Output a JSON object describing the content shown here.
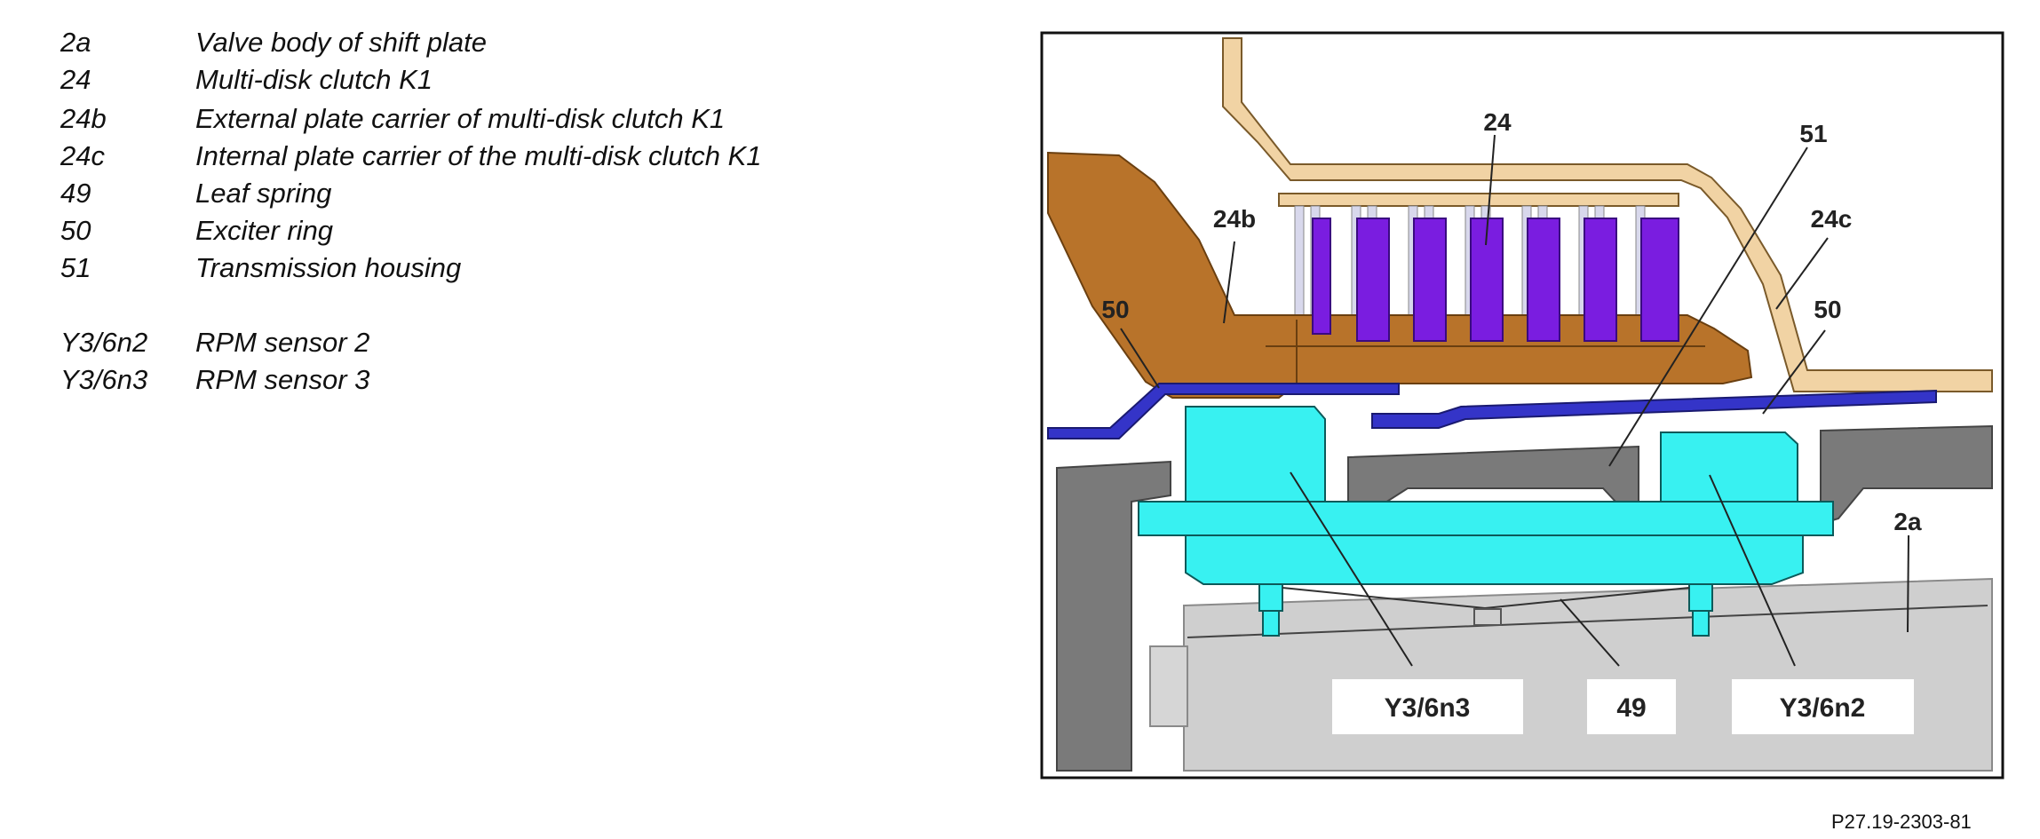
{
  "legend": {
    "items": [
      {
        "code": "2a",
        "desc": "Valve body of shift plate"
      },
      {
        "code": "24",
        "desc": "Multi-disk clutch K1"
      },
      {
        "code": "24b",
        "desc": "External plate carrier of multi-disk clutch K1"
      },
      {
        "code": "24c",
        "desc": "Internal plate carrier of the multi-disk clutch K1"
      },
      {
        "code": "49",
        "desc": "Leaf spring"
      },
      {
        "code": "50",
        "desc": "Exciter ring"
      },
      {
        "code": "51",
        "desc": "Transmission housing"
      },
      {
        "code": "Y3/6n2",
        "desc": "RPM sensor 2"
      },
      {
        "code": "Y3/6n3",
        "desc": "RPM sensor 3"
      }
    ]
  },
  "figure": {
    "callouts": {
      "c24": "24",
      "c51": "51",
      "c24b": "24b",
      "c24c": "24c",
      "c50_left": "50",
      "c50_right": "50",
      "c2a": "2a",
      "y3n3": "Y3/6n3",
      "c49": "49",
      "y3n2": "Y3/6n2"
    },
    "figure_id": "P27.19-2303-81"
  },
  "colors": {
    "outer_carrier": "#b8732a",
    "inner_carrier": "#f1d3a4",
    "clutch_plates": "#7a1de0",
    "exciter_ring": "#3434c8",
    "sensor": "#38f1f1",
    "housing": "#7a7a7a",
    "valve_body": "#cfcfcf"
  }
}
